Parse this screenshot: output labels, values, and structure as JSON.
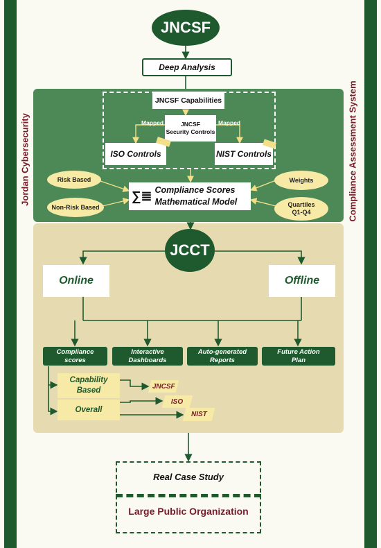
{
  "side_labels": {
    "left": "Jordan Cybersecurity",
    "right": "Compliance Assessment System"
  },
  "top_node": "JNCSF",
  "deep_analysis": "Deep Analysis",
  "capabilities": "JNCSF Capabilities",
  "security_controls_line1": "JNCSF",
  "security_controls_line2": "Security Controls",
  "mapped_left": "Mapped",
  "mapped_right": "Mapped",
  "iso_controls": "ISO Controls",
  "nist_controls": "NIST Controls",
  "risk_based": "Risk Based",
  "non_risk_based": "Non-Risk Based",
  "weights": "Weights",
  "quartiles_line1": "Quartiles",
  "quartiles_line2": "Q1-Q4",
  "model_symbol": "∑≣",
  "model_line1": "Compliance Scores",
  "model_line2": "Mathematical Model",
  "jcct": "JCCT",
  "online": "Online",
  "offline": "Offline",
  "outputs": {
    "compliance_line1": "Compliance",
    "compliance_line2": "scores",
    "dashboards_line1": "Interactive",
    "dashboards_line2": "Dashboards",
    "reports_line1": "Auto-generated",
    "reports_line2": "Reports",
    "future_line1": "Future Action",
    "future_line2": "Plan"
  },
  "capability_line1": "Capability",
  "capability_line2": "Based",
  "overall": "Overall",
  "tags": {
    "jncsf": "JNCSF",
    "iso": "ISO",
    "nist": "NIST"
  },
  "case_study": "Real Case Study",
  "organization": "Large Public Organization",
  "colors": {
    "dark_green": "#1f5a2e",
    "mid_green": "#4d8857",
    "tan": "#e6dab0",
    "cream": "#f7eaa6",
    "maroon": "#7a1a2a"
  }
}
